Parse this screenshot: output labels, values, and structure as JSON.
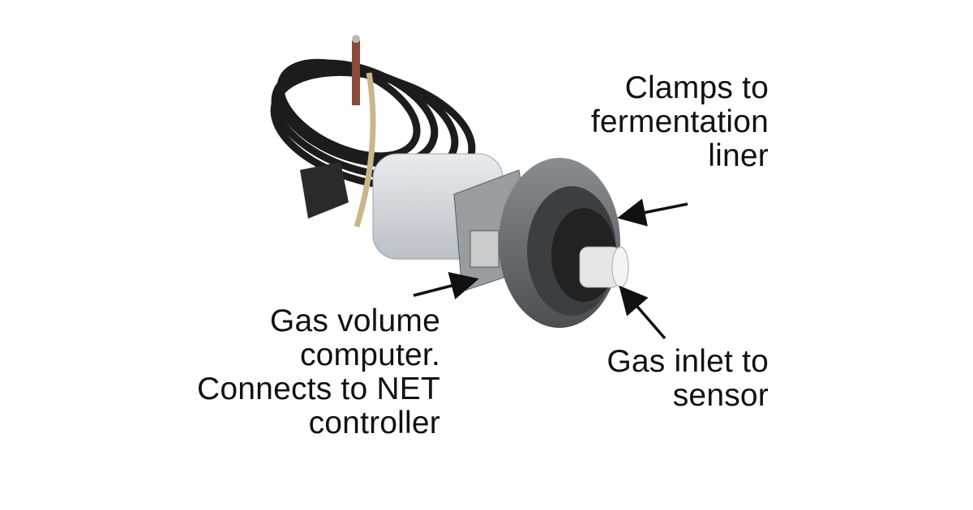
{
  "annotations": {
    "clamp": [
      "Clamps to",
      "fermentation",
      "liner"
    ],
    "computer": [
      "Gas volume",
      "computer.",
      "Connects to NET",
      "controller"
    ],
    "inlet": [
      "Gas inlet to",
      "sensor"
    ]
  },
  "colors": {
    "text": "#111111",
    "housing": "#6b6e71",
    "cable": "#1c1c1c"
  }
}
